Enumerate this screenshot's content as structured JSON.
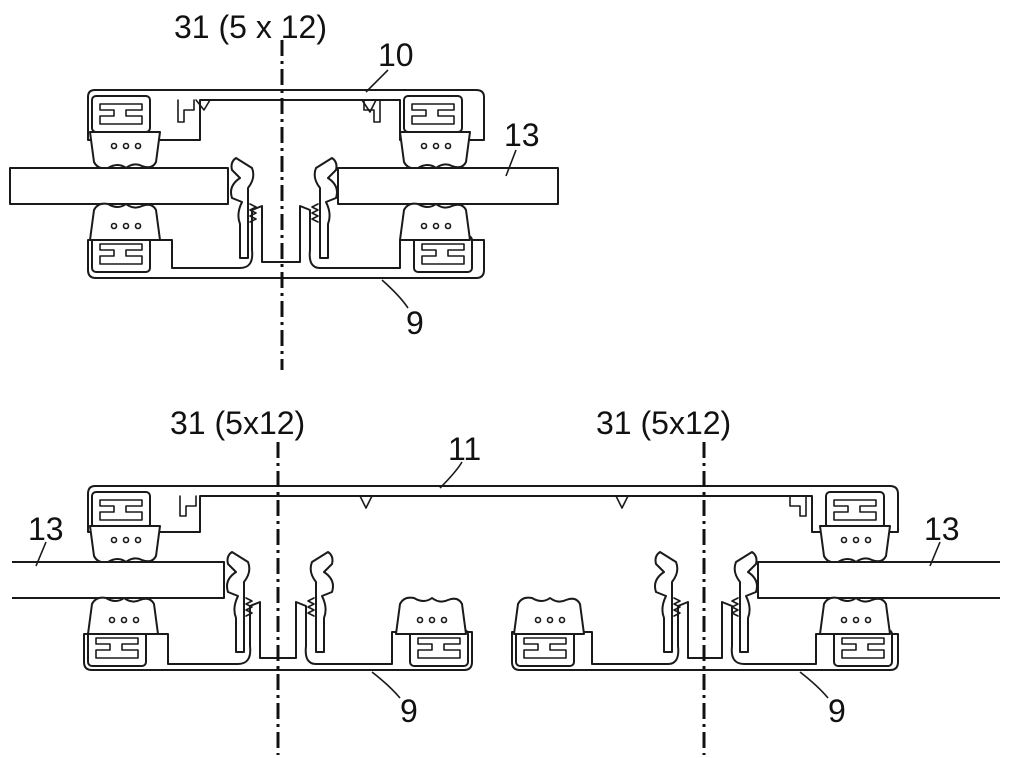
{
  "figure": {
    "top_assembly": {
      "axis_label": "31 (5 x 12)",
      "upper_profile_label": "10",
      "panel_label": "13",
      "lower_profile_label": "9"
    },
    "bottom_assembly": {
      "left_axis_label": "31 (5x12)",
      "right_axis_label": "31 (5x12)",
      "upper_profile_label": "11",
      "left_panel_label": "13",
      "right_panel_label": "13",
      "left_lower_profile_label": "9",
      "right_lower_profile_label": "9"
    }
  }
}
